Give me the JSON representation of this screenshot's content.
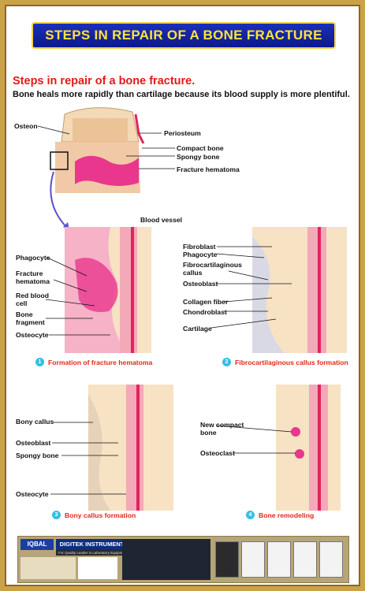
{
  "title_banner": "STEPS IN REPAIR OF A BONE FRACTURE",
  "heading": "Steps in repair of a bone fracture.",
  "subheading": "Bone heals more rapidly than cartilage because its blood supply is more plentiful.",
  "top_labels": {
    "osteon": "Osteon",
    "periosteum": "Periosteum",
    "compact_bone": "Compact bone",
    "spongy_bone": "Spongy bone",
    "fracture_hematoma": "Fracture hematoma",
    "blood_vessel": "Blood vessel"
  },
  "panel1": {
    "number": "1",
    "caption": "Formation of fracture hematoma",
    "labels": {
      "phagocyte": "Phagocyte",
      "fracture_hematoma": "Fracture\nhematoma",
      "red_blood_cell": "Red blood\ncell",
      "bone_fragment": "Bone\nfragment",
      "osteocyte": "Osteocyte"
    }
  },
  "panel2": {
    "number": "2",
    "caption": "Fibrocartilaginous callus formation",
    "labels": {
      "fibroblast": "Fibroblast",
      "phagocyte": "Phagocyte",
      "fibrocartilaginous_callus": "Fibrocartilaginous\ncallus",
      "osteoblast": "Osteoblast",
      "collagen_fiber": "Collagen fiber",
      "chondroblast": "Chondroblast",
      "cartilage": "Cartilage"
    }
  },
  "panel3": {
    "number": "3",
    "caption": "Bony callus formation",
    "labels": {
      "bony_callus": "Bony callus",
      "osteoblast": "Osteoblast",
      "spongy_bone": "Spongy bone",
      "osteocyte": "Osteocyte"
    }
  },
  "panel4": {
    "number": "4",
    "caption": "Bone remodeling",
    "labels": {
      "new_compact_bone": "New compact\nbone",
      "osteoclast": "Osteoclast"
    }
  },
  "footer": {
    "logo": "IQBAL",
    "brand": "DIGITEK INSTRUMENTS",
    "tagline": "For Quality Leader in Laboratory Equipments"
  },
  "colors": {
    "banner_blue": "#0b1a8c",
    "banner_text": "#ffe23a",
    "heading_red": "#e31a1a",
    "step_number": "#33c0e8",
    "frame_gold": "#c9a24a"
  }
}
